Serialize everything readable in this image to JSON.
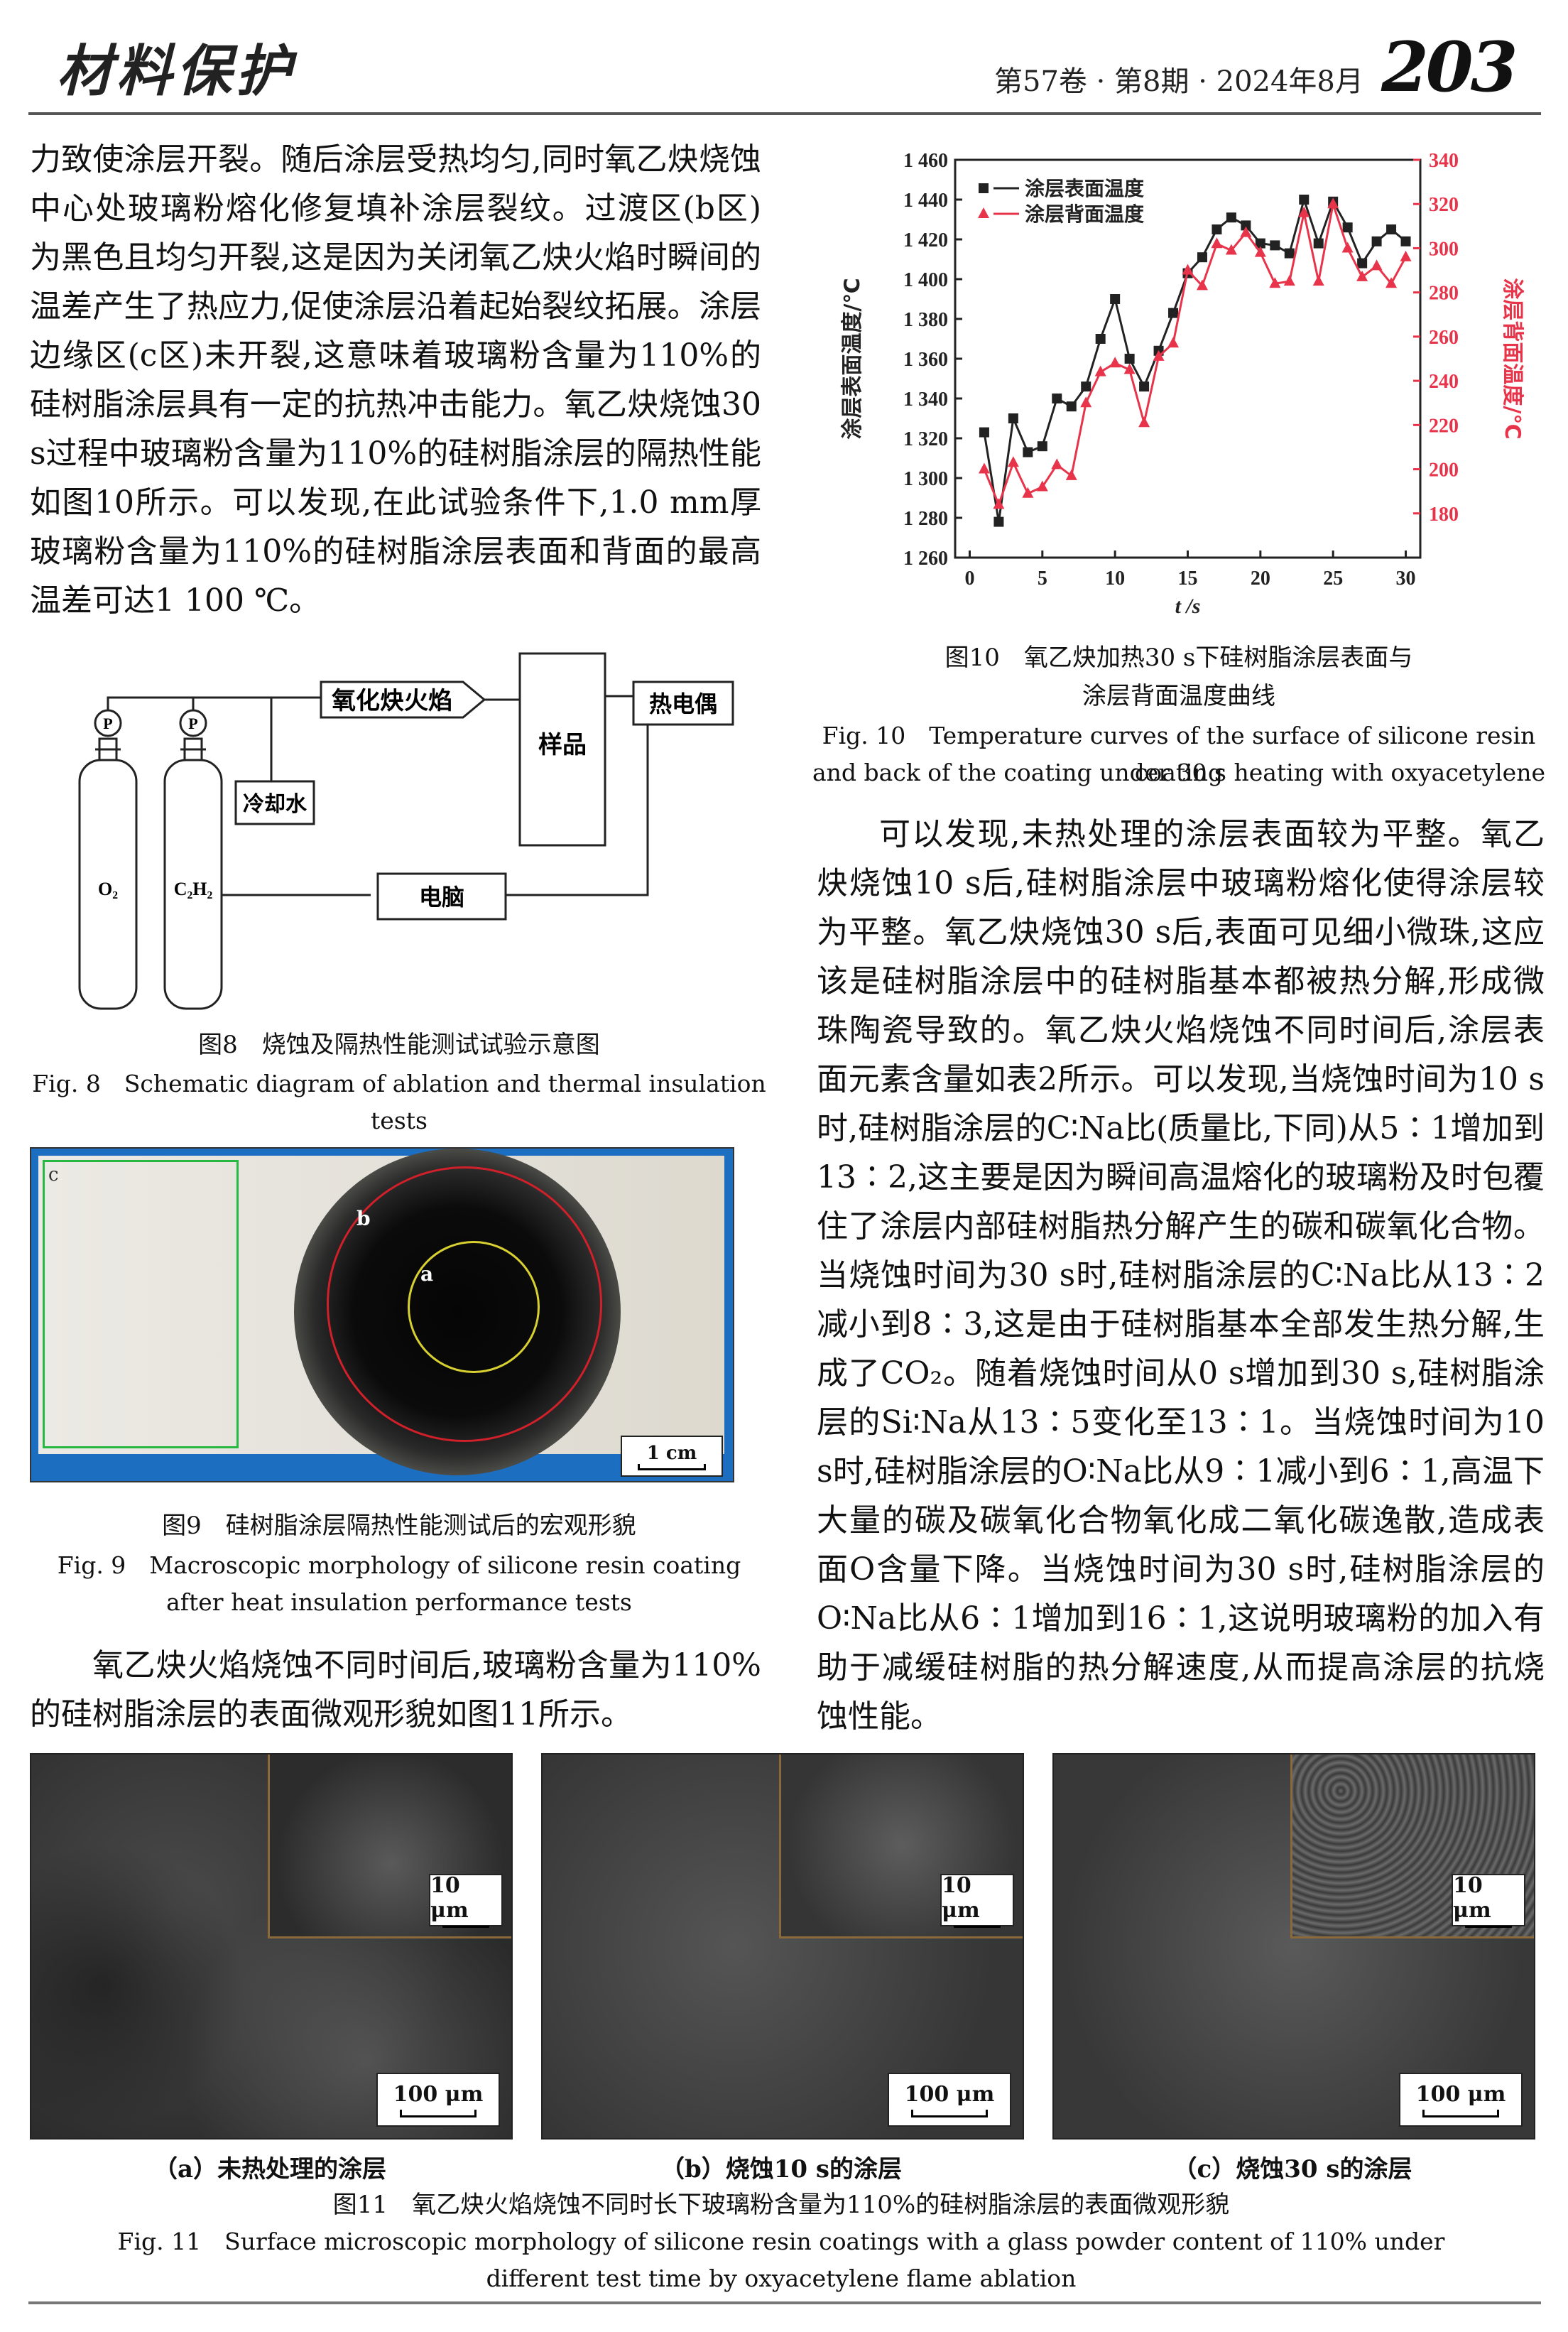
{
  "header": {
    "journal": "材料保护",
    "issue": "第57卷 · 第8期 · 2024年8月",
    "page": "203"
  },
  "left_text_top": [
    "力致使涂层开裂。随后涂层受热均匀,同时氧乙炔烧蚀中心处玻璃粉熔化修复填补涂层裂纹。过渡区(b区)为黑色且均匀开裂,这是因为关闭氧乙炔火焰时瞬间的温差产生了热应力,促使涂层沿着起始裂纹拓展。涂层边缘区(c区)未开裂,这意味着玻璃粉含量为110%的硅树脂涂层具有一定的抗热冲击能力。氧乙炔烧蚀30 s过程中玻璃粉含量为110%的硅树脂涂层的隔热性能如图10所示。可以发现,在此试验条件下,1.0 mm厚玻璃粉含量为110%的硅树脂涂层表面和背面的最高温差可达1 100 ℃。"
  ],
  "fig8": {
    "labels": {
      "o2": "O₂",
      "c2h2": "C₂H₂",
      "p": "P",
      "torch": "氧化炔火焰",
      "sample": "样品",
      "thermocouple": "热电偶",
      "cooling": "冷却水",
      "computer": "电脑"
    },
    "caption_cn": "图8　烧蚀及隔热性能测试试验示意图",
    "caption_en": "Fig. 8　Schematic diagram of ablation and thermal insulation tests"
  },
  "fig9": {
    "region_labels": {
      "a": "a",
      "b": "b",
      "c": "c"
    },
    "scale": "1 cm",
    "caption_cn": "图9　硅树脂涂层隔热性能测试后的宏观形貌",
    "caption_en_1": "Fig. 9　Macroscopic morphology of silicone resin coating",
    "caption_en_2": "after heat insulation performance tests"
  },
  "left_text_bottom": "氧乙炔火焰烧蚀不同时间后,玻璃粉含量为110%的硅树脂涂层的表面微观形貌如图11所示。",
  "fig10": {
    "caption_cn_1": "图10　氧乙炔加热30 s下硅树脂涂层表面与",
    "caption_cn_2": "涂层背面温度曲线",
    "caption_en_1": "Fig. 10　Temperature curves of the surface of silicone resin coating",
    "caption_en_2": "and back of the coating under 30 s heating with oxyacetylene"
  },
  "chart_data": {
    "type": "line",
    "x": [
      1,
      2,
      3,
      4,
      5,
      6,
      7,
      8,
      9,
      10,
      11,
      12,
      13,
      14,
      15,
      16,
      17,
      18,
      19,
      20,
      21,
      22,
      23,
      24,
      25,
      26,
      27,
      28,
      29,
      30
    ],
    "xlabel": "t /s",
    "ylabel_left": "涂层表面温度/℃",
    "ylabel_right": "涂层背面温度/℃",
    "xlim": [
      -1,
      31
    ],
    "xticks": [
      0,
      5,
      10,
      15,
      20,
      25,
      30
    ],
    "ylim_left": [
      1260,
      1460
    ],
    "yticks_left": [
      1260,
      1280,
      1300,
      1320,
      1340,
      1360,
      1380,
      1400,
      1420,
      1440,
      1460
    ],
    "ytick_labels_left": [
      "1 260",
      "1 280",
      "1 300",
      "1 320",
      "1 340",
      "1 360",
      "1 380",
      "1 400",
      "1 420",
      "1 440",
      "1 460"
    ],
    "ylim_right": [
      160,
      340
    ],
    "yticks_right": [
      180,
      200,
      220,
      240,
      260,
      280,
      300,
      320,
      340
    ],
    "series": [
      {
        "name": "涂层表面温度",
        "axis": "left",
        "color": "#222222",
        "marker": "square",
        "values": [
          1323,
          1278,
          1330,
          1313,
          1316,
          1340,
          1336,
          1346,
          1370,
          1390,
          1360,
          1346,
          1364,
          1383,
          1403,
          1411,
          1425,
          1431,
          1427,
          1418,
          1417,
          1413,
          1440,
          1418,
          1439,
          1426,
          1408,
          1419,
          1425,
          1419
        ]
      },
      {
        "name": "涂层背面温度",
        "axis": "right",
        "color": "#e8344a",
        "marker": "triangle",
        "values": [
          200,
          184,
          203,
          189,
          192,
          202,
          197,
          230,
          244,
          248,
          245,
          221,
          251,
          257,
          290,
          283,
          302,
          299,
          307,
          298,
          284,
          285,
          316,
          285,
          320,
          300,
          287,
          292,
          284,
          296
        ]
      }
    ],
    "legend": "top-left"
  },
  "right_text": "可以发现,未热处理的涂层表面较为平整。氧乙炔烧蚀10 s后,硅树脂涂层中玻璃粉熔化使得涂层较为平整。氧乙炔烧蚀30 s后,表面可见细小微珠,这应该是硅树脂涂层中的硅树脂基本都被热分解,形成微珠陶瓷导致的。氧乙炔火焰烧蚀不同时间后,涂层表面元素含量如表2所示。可以发现,当烧蚀时间为10 s时,硅树脂涂层的C∶Na比(质量比,下同)从5∶1增加到13∶2,这主要是因为瞬间高温熔化的玻璃粉及时包覆住了涂层内部硅树脂热分解产生的碳和碳氧化合物。当烧蚀时间为30 s时,硅树脂涂层的C∶Na比从13∶2减小到8∶3,这是由于硅树脂基本全部发生热分解,生成了CO₂。随着烧蚀时间从0 s增加到30 s,硅树脂涂层的Si∶Na从13∶5变化至13∶1。当烧蚀时间为10 s时,硅树脂涂层的O∶Na比从9∶1减小到6∶1,高温下大量的碳及碳氧化合物氧化成二氧化碳逸散,造成表面O含量下降。当烧蚀时间为30 s时,硅树脂涂层的O∶Na比从6∶1增加到16∶1,这说明玻璃粉的加入有助于减缓硅树脂的热分解速度,从而提高涂层的抗烧蚀性能。",
  "fig11": {
    "panels": [
      {
        "label": "（a）未热处理的涂层",
        "inset_scale": "10 μm",
        "scale": "100 μm"
      },
      {
        "label": "（b）烧蚀10 s的涂层",
        "inset_scale": "10 μm",
        "scale": "100 μm"
      },
      {
        "label": "（c）烧蚀30 s的涂层",
        "inset_scale": "10 μm",
        "scale": "100 μm"
      }
    ],
    "caption_cn": "图11　氧乙炔火焰烧蚀不同时长下玻璃粉含量为110%的硅树脂涂层的表面微观形貌",
    "caption_en_1": "Fig. 11　Surface microscopic morphology of silicone resin coatings with a glass powder content of 110% under",
    "caption_en_2": "different test time by oxyacetylene flame ablation"
  }
}
